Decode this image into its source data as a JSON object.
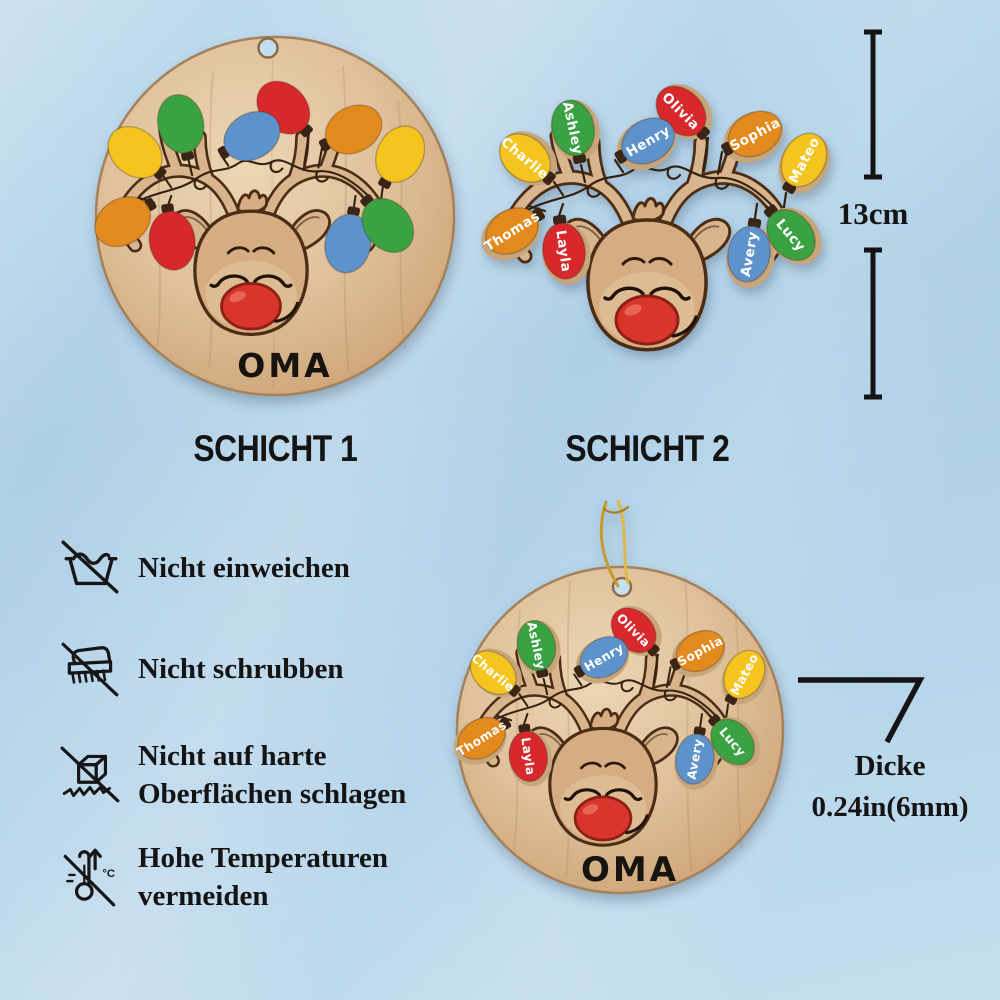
{
  "product": {
    "base_text": "OMA",
    "names": [
      "Charlie",
      "Ashley",
      "Olivia",
      "Henry",
      "Sophia",
      "Mateo",
      "Thomas",
      "Layla",
      "Avery",
      "Lucy"
    ]
  },
  "layers": {
    "layer1_label": "SCHICHT 1",
    "layer2_label": "SCHICHT 2"
  },
  "measurements": {
    "height": "13cm",
    "thickness_line1": "Dicke",
    "thickness_line2": "0.24in(6mm)"
  },
  "care": {
    "items": [
      {
        "icon": "no-soak-icon",
        "lines": [
          "Nicht einweichen",
          ""
        ]
      },
      {
        "icon": "no-scrub-icon",
        "lines": [
          "Nicht schrubben",
          ""
        ]
      },
      {
        "icon": "no-hard-surface-icon",
        "lines": [
          "Nicht auf harte",
          "Oberflächen schlagen"
        ]
      },
      {
        "icon": "avoid-high-temperature-icon",
        "lines": [
          "Hohe Temperaturen",
          "vermeiden"
        ]
      }
    ],
    "temp_unit": "°C"
  },
  "palette": {
    "red": "#d7282b",
    "green": "#3ba244",
    "blue": "#5e92cb",
    "yellow": "#f4c51f",
    "orange": "#e28a1d",
    "bulb_text": "#ffffff",
    "wood_light": "#e9d2b0",
    "wood": "#dfc09a",
    "wood_dark": "#cfa97e",
    "wood_rim": "#a5825a",
    "antler": "#d8b58c",
    "outline": "#4b2d16",
    "face": "#d6ad82",
    "muzzle": "#e6c9a3",
    "nose": "#d8352c",
    "nose_outline": "#8c2015",
    "ink": "#161616",
    "gold_string": "#c79a2a",
    "background_top": "#c0dbee",
    "background_bottom": "#c4deef"
  }
}
